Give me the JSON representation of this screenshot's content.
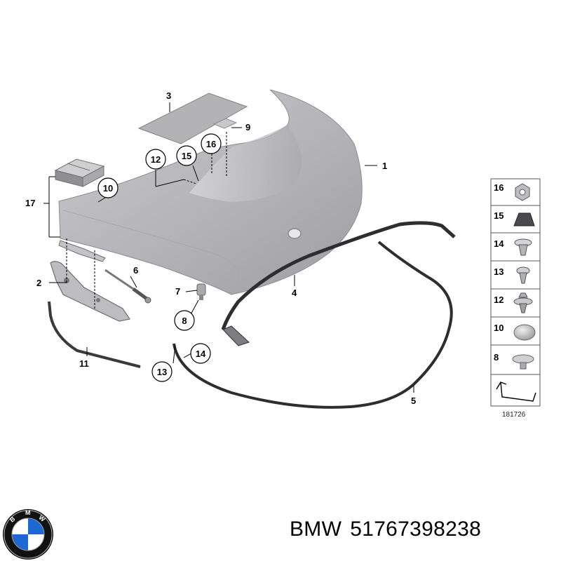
{
  "callouts": {
    "c1": "1",
    "c2": "2",
    "c3": "3",
    "c4": "4",
    "c5": "5",
    "c6": "6",
    "c7": "7",
    "c8": "8",
    "c9": "9",
    "c10": "10",
    "c11": "11",
    "c12": "12",
    "c13": "13",
    "c14": "14",
    "c15": "15",
    "c16": "16",
    "c17": "17"
  },
  "legend": {
    "items": [
      "16",
      "15",
      "14",
      "13",
      "12",
      "10",
      "8"
    ],
    "ref_number": "181726"
  },
  "caption": {
    "brand": "BMW",
    "part_number": "51767398238"
  },
  "logo": {
    "text": "BMW",
    "colors": {
      "blue": "#1c69d4",
      "white": "#ffffff",
      "black": "#111111"
    }
  }
}
